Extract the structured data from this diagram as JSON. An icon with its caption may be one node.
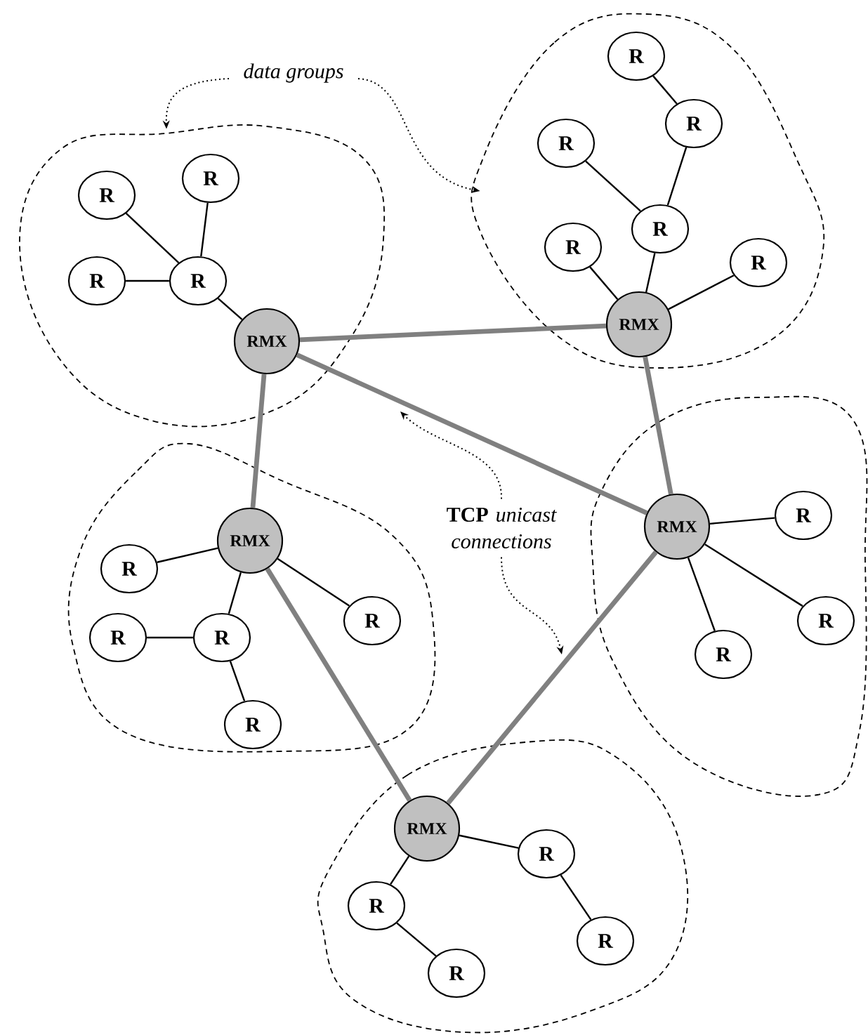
{
  "diagram": {
    "nodes": [
      {
        "text": [
          "data groups"
        ]
      },
      {
        "text": [],
        "shape": "cloud"
      },
      {
        "text": [
          "RMX"
        ],
        "in": 1
      },
      {
        "text": [
          "R"
        ],
        "in": 1
      },
      {
        "text": [
          "R"
        ],
        "in": 1
      },
      {
        "text": [
          "R"
        ],
        "in": 1
      },
      {
        "text": [
          "R"
        ],
        "in": 1
      },
      {
        "text": [],
        "shape": "cloud"
      },
      {
        "text": [
          "R"
        ],
        "in": 7
      },
      {
        "text": [
          "R"
        ],
        "in": 7
      },
      {
        "text": [
          "R"
        ],
        "in": 7
      },
      {
        "text": [
          "R"
        ],
        "in": 7
      },
      {
        "text": [
          "R"
        ],
        "in": 7
      },
      {
        "text": [
          "R"
        ],
        "in": 7
      },
      {
        "text": [
          "RMX"
        ],
        "in": 7
      },
      {
        "text": [
          "**TCP** *unicast connections*"
        ]
      },
      {
        "text": [],
        "shape": "cloud"
      },
      {
        "text": [
          "RMX"
        ],
        "in": 16
      },
      {
        "text": [
          "R"
        ],
        "in": 16
      },
      {
        "text": [
          "R"
        ],
        "in": 16
      },
      {
        "text": [
          "R"
        ],
        "in": 16
      },
      {
        "text": [
          "R"
        ],
        "in": 16
      },
      {
        "text": [
          "R"
        ],
        "in": 16
      },
      {
        "text": [],
        "shape": "cloud"
      },
      {
        "text": [
          "RMX"
        ],
        "in": 23
      },
      {
        "text": [
          "R"
        ],
        "in": 23
      },
      {
        "text": [
          "R"
        ],
        "in": 23
      },
      {
        "text": [
          "R"
        ],
        "in": 23
      },
      {
        "text": [],
        "shape": "cloud"
      },
      {
        "text": [
          "RMX"
        ],
        "in": 28
      },
      {
        "text": [
          "R"
        ],
        "in": 28
      },
      {
        "text": [
          "R"
        ],
        "in": 28
      },
      {
        "text": [
          "R"
        ],
        "in": 28
      },
      {
        "text": [
          "R"
        ],
        "in": 28
      }
    ],
    "edges": [
      {
        "from": 3,
        "to": 6,
        "arrow": "none"
      },
      {
        "from": 4,
        "to": 6,
        "arrow": "none"
      },
      {
        "from": 5,
        "to": 6,
        "arrow": "none"
      },
      {
        "from": 6,
        "to": 2,
        "arrow": "none"
      },
      {
        "from": 8,
        "to": 9,
        "arrow": "none"
      },
      {
        "from": 9,
        "to": 11,
        "arrow": "none"
      },
      {
        "from": 10,
        "to": 11,
        "arrow": "none"
      },
      {
        "from": 11,
        "to": 14,
        "arrow": "none"
      },
      {
        "from": 12,
        "to": 14,
        "arrow": "none"
      },
      {
        "from": 13,
        "to": 14,
        "arrow": "none"
      },
      {
        "from": 17,
        "to": 18,
        "arrow": "none"
      },
      {
        "from": 17,
        "to": 19,
        "arrow": "none"
      },
      {
        "from": 17,
        "to": 21,
        "arrow": "none"
      },
      {
        "from": 20,
        "to": 21,
        "arrow": "none"
      },
      {
        "from": 21,
        "to": 22,
        "arrow": "none"
      },
      {
        "from": 24,
        "to": 25,
        "arrow": "none"
      },
      {
        "from": 24,
        "to": 26,
        "arrow": "none"
      },
      {
        "from": 24,
        "to": 27,
        "arrow": "none"
      },
      {
        "from": 29,
        "to": 30,
        "arrow": "none"
      },
      {
        "from": 30,
        "to": 32,
        "arrow": "none"
      },
      {
        "from": 29,
        "to": 31,
        "arrow": "none"
      },
      {
        "from": 31,
        "to": 33,
        "arrow": "none"
      },
      {
        "from": 2,
        "to": 14,
        "arrow": "none",
        "style": "thick",
        "color": "#808080"
      },
      {
        "from": 2,
        "to": 24,
        "arrow": "none",
        "style": "thick",
        "color": "#808080"
      },
      {
        "from": 2,
        "to": 17,
        "arrow": "none",
        "style": "thick",
        "color": "#808080"
      },
      {
        "from": 14,
        "to": 24,
        "arrow": "none",
        "style": "thick",
        "color": "#808080"
      },
      {
        "from": 17,
        "to": 29,
        "arrow": "none",
        "style": "thick",
        "color": "#808080"
      },
      {
        "from": 24,
        "to": 29,
        "arrow": "none",
        "style": "thick",
        "color": "#808080"
      },
      {
        "from": 0,
        "to": 1,
        "arrow": "to",
        "style": "dashed"
      },
      {
        "from": 0,
        "to": 7,
        "arrow": "to",
        "style": "dashed"
      },
      {
        "from": 15,
        "to": null,
        "arrow": "to",
        "style": "dashed"
      },
      {
        "from": 15,
        "to": null,
        "arrow": "to",
        "style": "dashed"
      }
    ]
  }
}
